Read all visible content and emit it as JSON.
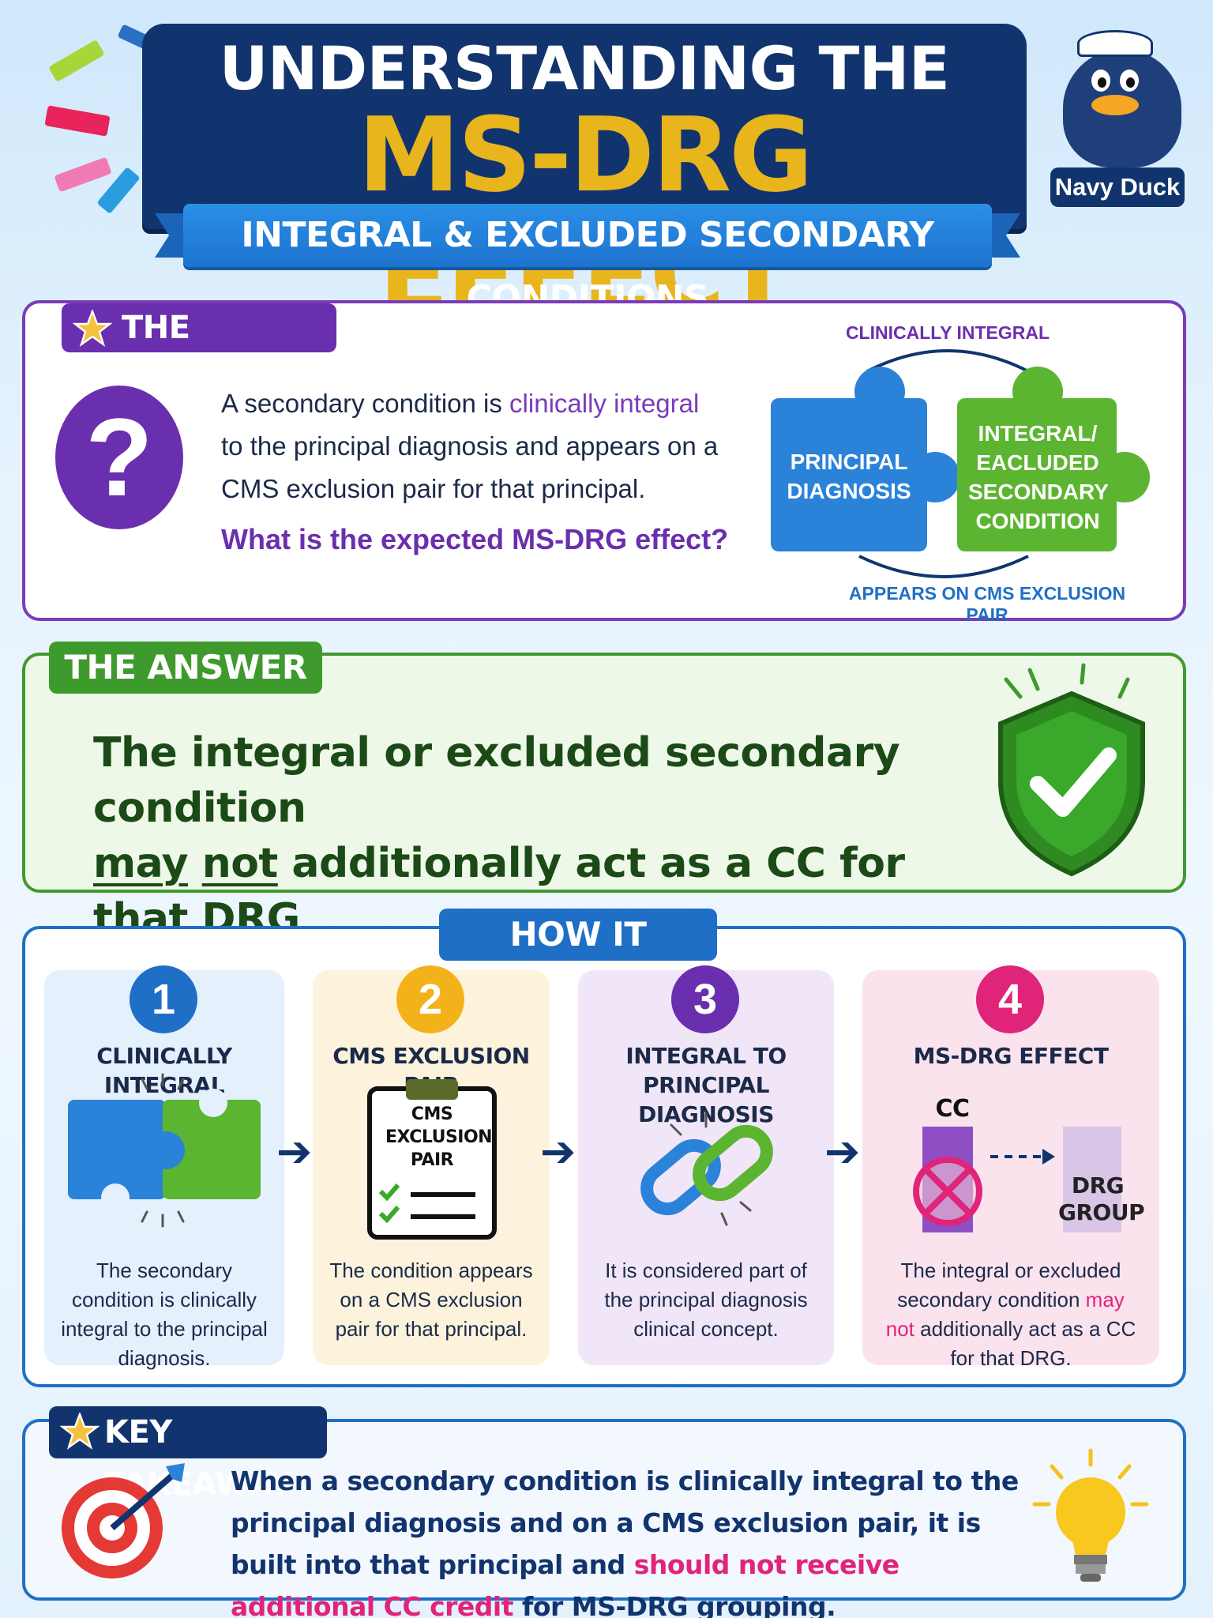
{
  "header": {
    "title_line1": "UNDERSTANDING THE",
    "title_line2": "MS-DRG EFFECT",
    "subtitle": "INTEGRAL & EXCLUDED SECONDARY CONDITIONS",
    "mascot_label": "Navy Duck"
  },
  "question": {
    "tab_label": "THE QUESTION",
    "text_part1": "A secondary condition is ",
    "text_highlight": "clinically integral",
    "text_part2": " to the principal diagnosis and appears on a CMS exclusion pair for that principal.",
    "ask": "What is the expected MS-DRG effect?",
    "puzzle_top_caption": "CLINICALLY INTEGRAL",
    "puzzle_left_label": "PRINCIPAL DIAGNOSIS",
    "puzzle_right_label": "INTEGRAL/ EACLUDED SECONDARY CONDITION",
    "puzzle_bottom_caption": "APPEARS ON CMS EXCLUSION PAIR"
  },
  "answer": {
    "tab_label": "THE ANSWER",
    "line1": "The integral or excluded secondary condition",
    "word_may": "may",
    "word_not": "not",
    "line2_rest": " additionally act as a CC for that DRG"
  },
  "how": {
    "tab_label": "HOW IT WORKS",
    "steps": [
      {
        "num": "1",
        "title": "CLINICALLY INTEGRAL",
        "desc": "The secondary condition is clinically integral to the principal diagnosis."
      },
      {
        "num": "2",
        "title": "CMS EXCLUSION PAIR",
        "desc": "The condition appears on a CMS exclusion pair for that principal.",
        "clipboard_text": "CMS EXCLUSION PAIR"
      },
      {
        "num": "3",
        "title": "INTEGRAL TO PRINCIPAL DIAGNOSIS",
        "desc": "It is considered part of the principal diagnosis clinical concept."
      },
      {
        "num": "4",
        "title": "MS-DRG EFFECT",
        "desc_part1": "The integral or excluded secondary condition ",
        "desc_hl1": "may",
        "desc_hl2": "not",
        "desc_part2": " additionally act as a CC for that DRG.",
        "cc_label": "CC",
        "drg_label": "DRG GROUP"
      }
    ]
  },
  "takeaway": {
    "tab_label": "KEY TAKEAWAY",
    "text_part1": "When a secondary condition is clinically integral to the principal diagnosis and on a CMS exclusion pair, it is built into that principal and ",
    "text_highlight": "should not receive additional CC credit",
    "text_part2": " for MS-DRG grouping."
  },
  "colors": {
    "navy": "#12346e",
    "gold": "#e8b51c",
    "purple": "#6a2fae",
    "green": "#3f9a2e",
    "blue": "#1f6fc6",
    "pink": "#e0247a"
  },
  "icons": [
    "star-icon",
    "question-mark-icon",
    "puzzle-icon",
    "shield-check-icon",
    "clipboard-icon",
    "chain-link-icon",
    "cancel-icon",
    "target-icon",
    "light-bulb-icon",
    "duck-mascot-icon"
  ]
}
